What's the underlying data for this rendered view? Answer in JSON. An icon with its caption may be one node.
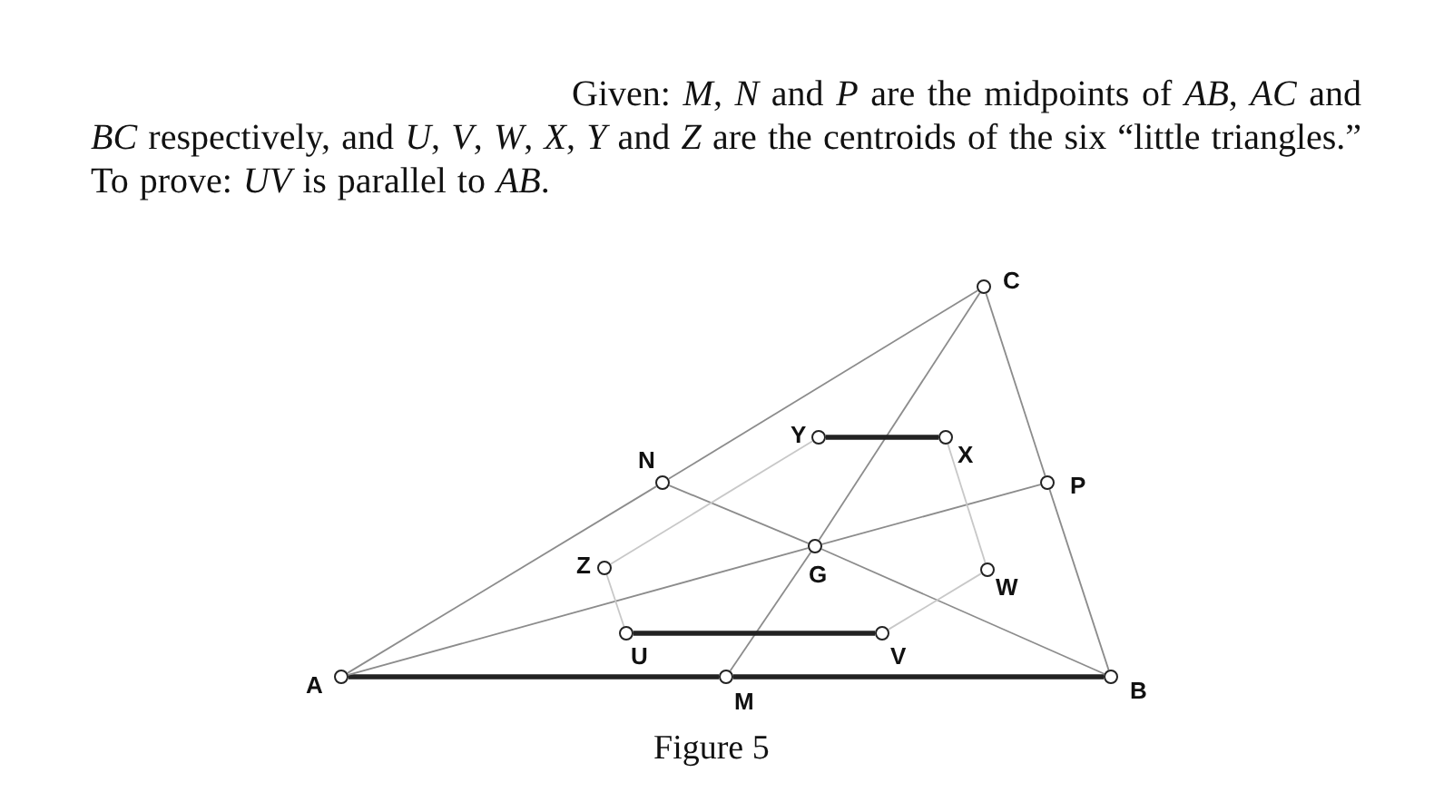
{
  "diagram": {
    "caption": "Figure 5",
    "nodes": [
      {
        "text": [
          "A"
        ]
      },
      {
        "text": [
          "B"
        ]
      },
      {
        "text": [
          "C"
        ]
      },
      {
        "text": [
          "M"
        ]
      },
      {
        "text": [
          "N"
        ]
      },
      {
        "text": [
          "P"
        ]
      },
      {
        "text": [
          "G"
        ]
      },
      {
        "text": [
          "U"
        ]
      },
      {
        "text": [
          "V"
        ]
      },
      {
        "text": [
          "W"
        ]
      },
      {
        "text": [
          "X"
        ]
      },
      {
        "text": [
          "Y"
        ]
      },
      {
        "text": [
          "Z"
        ]
      }
    ],
    "edges": [
      {
        "from": 0,
        "to": 3,
        "arrow": "none",
        "style": "thick",
        "color": "#222222"
      },
      {
        "from": 3,
        "to": 1,
        "arrow": "none",
        "style": "thick",
        "color": "#222222"
      },
      {
        "from": 0,
        "to": 4,
        "arrow": "none"
      },
      {
        "from": 4,
        "to": 2,
        "arrow": "none"
      },
      {
        "from": 2,
        "to": 5,
        "arrow": "none"
      },
      {
        "from": 5,
        "to": 1,
        "arrow": "none"
      },
      {
        "from": 0,
        "to": 6,
        "arrow": "none"
      },
      {
        "from": 6,
        "to": 5,
        "arrow": "none"
      },
      {
        "from": 1,
        "to": 6,
        "arrow": "none"
      },
      {
        "from": 6,
        "to": 4,
        "arrow": "none"
      },
      {
        "from": 2,
        "to": 6,
        "arrow": "none"
      },
      {
        "from": 6,
        "to": 3,
        "arrow": "none"
      },
      {
        "from": 7,
        "to": 8,
        "arrow": "none",
        "style": "thick",
        "color": "#222222"
      },
      {
        "from": 11,
        "to": 10,
        "arrow": "none",
        "style": "thick",
        "color": "#222222"
      },
      {
        "from": 12,
        "to": 11,
        "arrow": "none",
        "color": "#c8c8c8"
      },
      {
        "from": 12,
        "to": 7,
        "arrow": "none",
        "color": "#c8c8c8"
      },
      {
        "from": 8,
        "to": 9,
        "arrow": "none",
        "color": "#c8c8c8"
      },
      {
        "from": 9,
        "to": 10,
        "arrow": "none",
        "color": "#c8c8c8"
      }
    ],
    "labels": [
      "Given: *M*, *N* and *P* are the midpoints of *AB*, *AC* and *BC* respectively, and *U*, *V*, *W*, *X*, *Y* and *Z* are the centroids of the six “little triangles.” To prove: *UV* is parallel to *AB*."
    ]
  }
}
